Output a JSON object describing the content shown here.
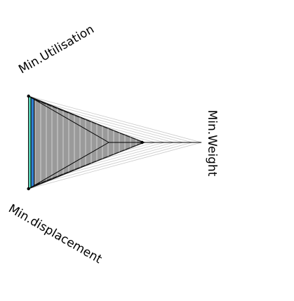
{
  "chart_data": {
    "type": "radar",
    "title": "",
    "axes": [
      "Min.Utilisation",
      "Min.Weight",
      "Min.displacement"
    ],
    "range": [
      0,
      1
    ],
    "grid_levels": 10,
    "grid": true,
    "legend": "none",
    "series": [
      {
        "values": [
          1.0,
          0.36,
          1.0
        ],
        "fill": "#1effc6",
        "stroke": "#1a1a1a"
      },
      {
        "values": [
          0.97,
          0.37,
          0.97
        ],
        "fill": "#2f7fd6",
        "stroke": "#1a1a1a"
      },
      {
        "values": [
          0.93,
          0.38,
          0.93
        ],
        "fill": "#9a9a9a",
        "stroke": "#1a1a1a"
      }
    ],
    "colors": {
      "grid": "#c8c8c8",
      "axis": "#000000",
      "hatch": "#ffffff"
    }
  }
}
